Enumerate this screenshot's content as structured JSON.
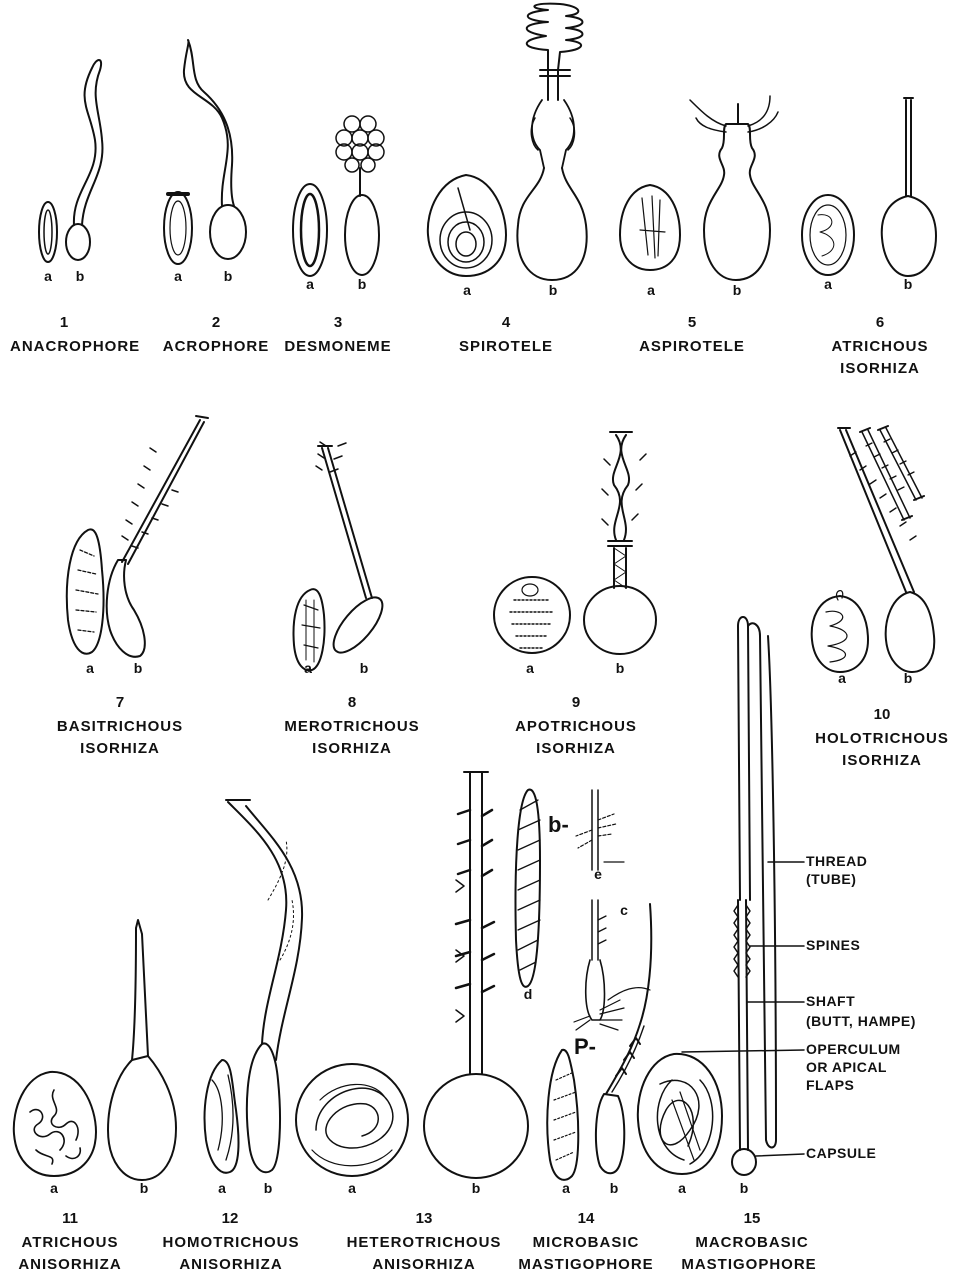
{
  "types": [
    {
      "number": "1",
      "name_line1": "ANACROPHORE",
      "name_line2": ""
    },
    {
      "number": "2",
      "name_line1": "ACROPHORE",
      "name_line2": ""
    },
    {
      "number": "3",
      "name_line1": "DESMONEME",
      "name_line2": ""
    },
    {
      "number": "4",
      "name_line1": "SPIROTELE",
      "name_line2": ""
    },
    {
      "number": "5",
      "name_line1": "ASPIROTELE",
      "name_line2": ""
    },
    {
      "number": "6",
      "name_line1": "ATRICHOUS",
      "name_line2": "ISORHIZA"
    },
    {
      "number": "7",
      "name_line1": "BASITRICHOUS",
      "name_line2": "ISORHIZA"
    },
    {
      "number": "8",
      "name_line1": "MEROTRICHOUS",
      "name_line2": "ISORHIZA"
    },
    {
      "number": "9",
      "name_line1": "APOTRICHOUS",
      "name_line2": "ISORHIZA"
    },
    {
      "number": "10",
      "name_line1": "HOLOTRICHOUS",
      "name_line2": "ISORHIZA"
    },
    {
      "number": "11",
      "name_line1": "ATRICHOUS",
      "name_line2": "ANISORHIZA"
    },
    {
      "number": "12",
      "name_line1": "HOMOTRICHOUS",
      "name_line2": "ANISORHIZA"
    },
    {
      "number": "13",
      "name_line1": "HETEROTRICHOUS",
      "name_line2": "ANISORHIZA"
    },
    {
      "number": "14",
      "name_line1": "MICROBASIC",
      "name_line2": "MASTIGOPHORE"
    },
    {
      "number": "15",
      "name_line1": "MACROBASIC",
      "name_line2": "MASTIGOPHORE"
    }
  ],
  "sublabels": {
    "a": "a",
    "b": "b",
    "c": "c",
    "d": "d",
    "e": "e"
  },
  "detail_labels": {
    "b": "b-",
    "p": "P-"
  },
  "callouts": {
    "thread": "THREAD",
    "thread_alt": "(TUBE)",
    "spines": "SPINES",
    "shaft": "SHAFT",
    "shaft_alt": "(BUTT, HAMPE)",
    "operculum_1": "OPERCULUM",
    "operculum_2": "OR APICAL",
    "operculum_3": "FLAPS",
    "capsule": "CAPSULE"
  }
}
